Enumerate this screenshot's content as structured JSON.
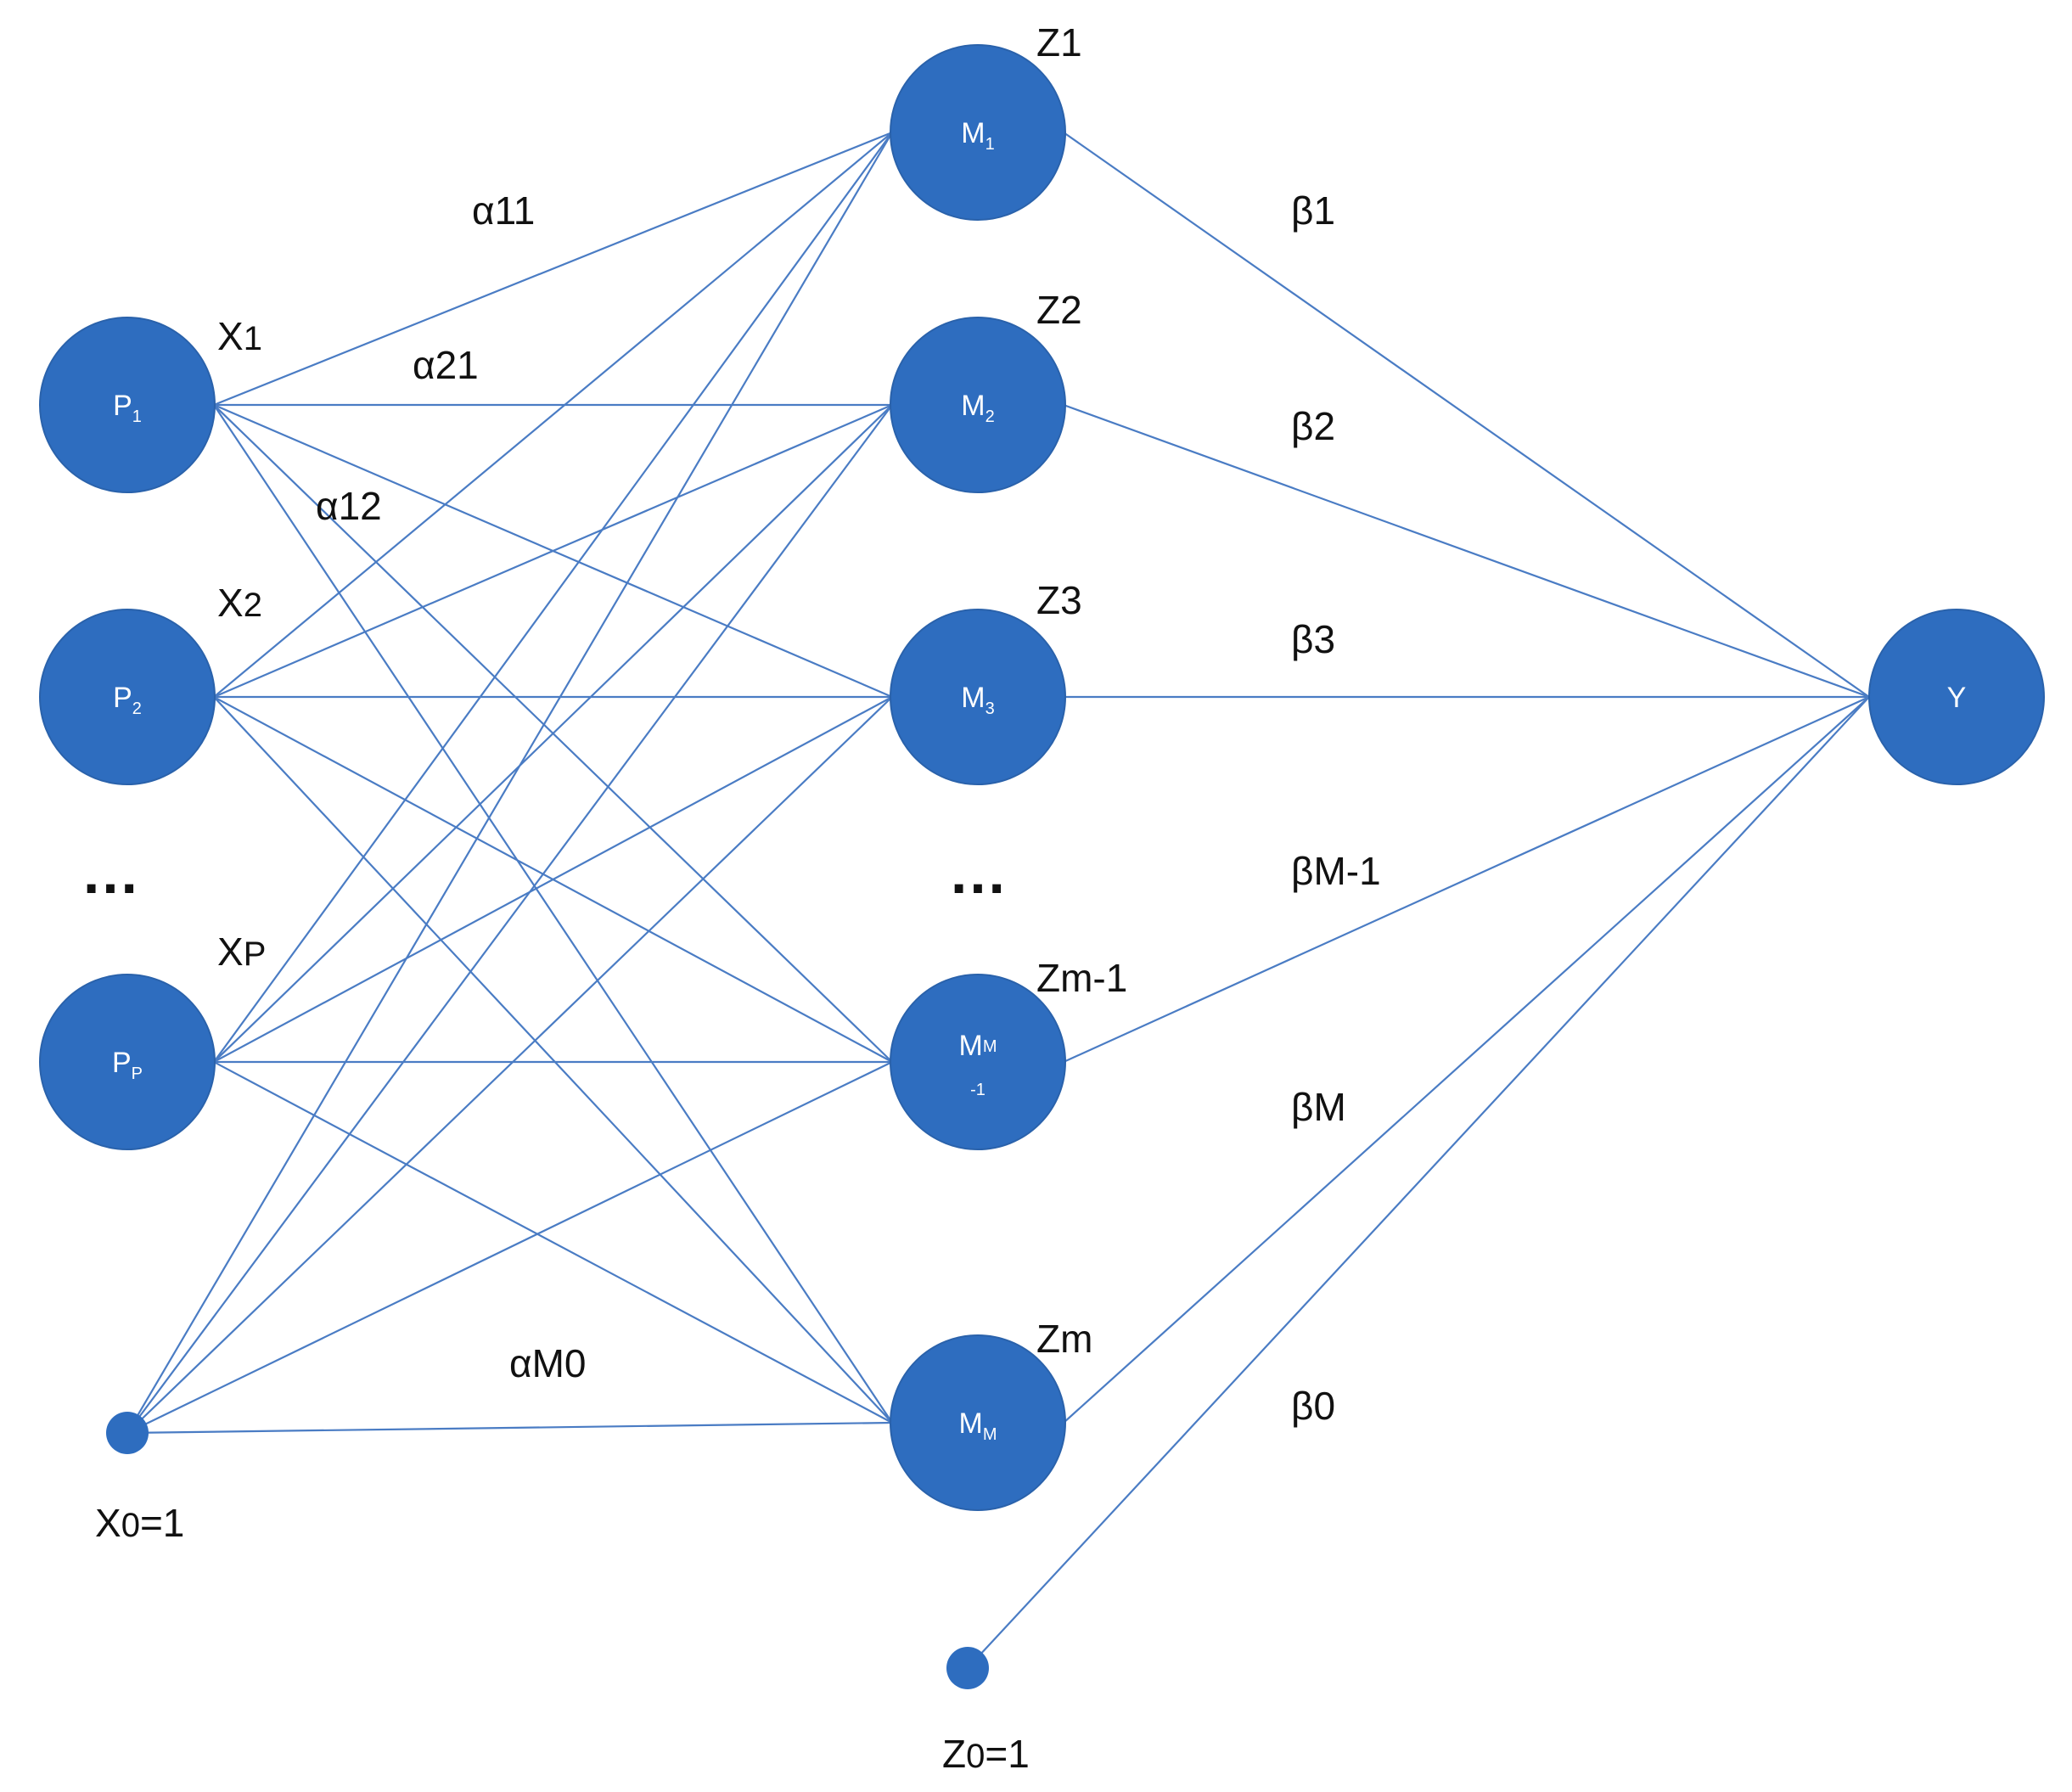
{
  "input_nodes": [
    {
      "id": "p1",
      "text": "P",
      "sub": "1",
      "var_label": "X",
      "var_sub": "1"
    },
    {
      "id": "p2",
      "text": "P",
      "sub": "2",
      "var_label": "X",
      "var_sub": "2"
    },
    {
      "id": "pp",
      "text": "P",
      "sub": "P",
      "var_label": "X",
      "var_sub": "P"
    }
  ],
  "input_bias": {
    "label": "X",
    "sub": "0",
    "suffix": "=1"
  },
  "hidden_nodes": [
    {
      "id": "m1",
      "text": "M",
      "sub": "1",
      "extra": "",
      "var_label": "Z1"
    },
    {
      "id": "m2",
      "text": "M",
      "sub": "2",
      "extra": "",
      "var_label": "Z2"
    },
    {
      "id": "m3",
      "text": "M",
      "sub": "3",
      "extra": "",
      "var_label": "Z3"
    },
    {
      "id": "mm1",
      "text": "M",
      "sub": "M",
      "extra": "-1",
      "var_label": "Zm-1"
    },
    {
      "id": "mm",
      "text": "M",
      "sub": "M",
      "extra": "",
      "var_label": "Zm"
    }
  ],
  "hidden_bias": {
    "label": "Z",
    "sub": "0",
    "suffix": "=1"
  },
  "output_node": {
    "id": "y",
    "text": "Y"
  },
  "ellipsis": "…",
  "alpha_labels": [
    {
      "sym": "α",
      "idx": "11"
    },
    {
      "sym": "α",
      "idx": "21"
    },
    {
      "sym": "α",
      "idx": "12"
    },
    {
      "sym": "α",
      "idx": "M0"
    }
  ],
  "beta_labels": [
    {
      "sym": "β",
      "idx": "1"
    },
    {
      "sym": "β",
      "idx": "2"
    },
    {
      "sym": "β",
      "idx": "3"
    },
    {
      "sym": "β",
      "idx": "M-1"
    },
    {
      "sym": "β",
      "idx": "M"
    },
    {
      "sym": "β",
      "idx": "0"
    }
  ],
  "colors": {
    "node": "#2e6dbf",
    "edge": "#4a7cc4"
  }
}
